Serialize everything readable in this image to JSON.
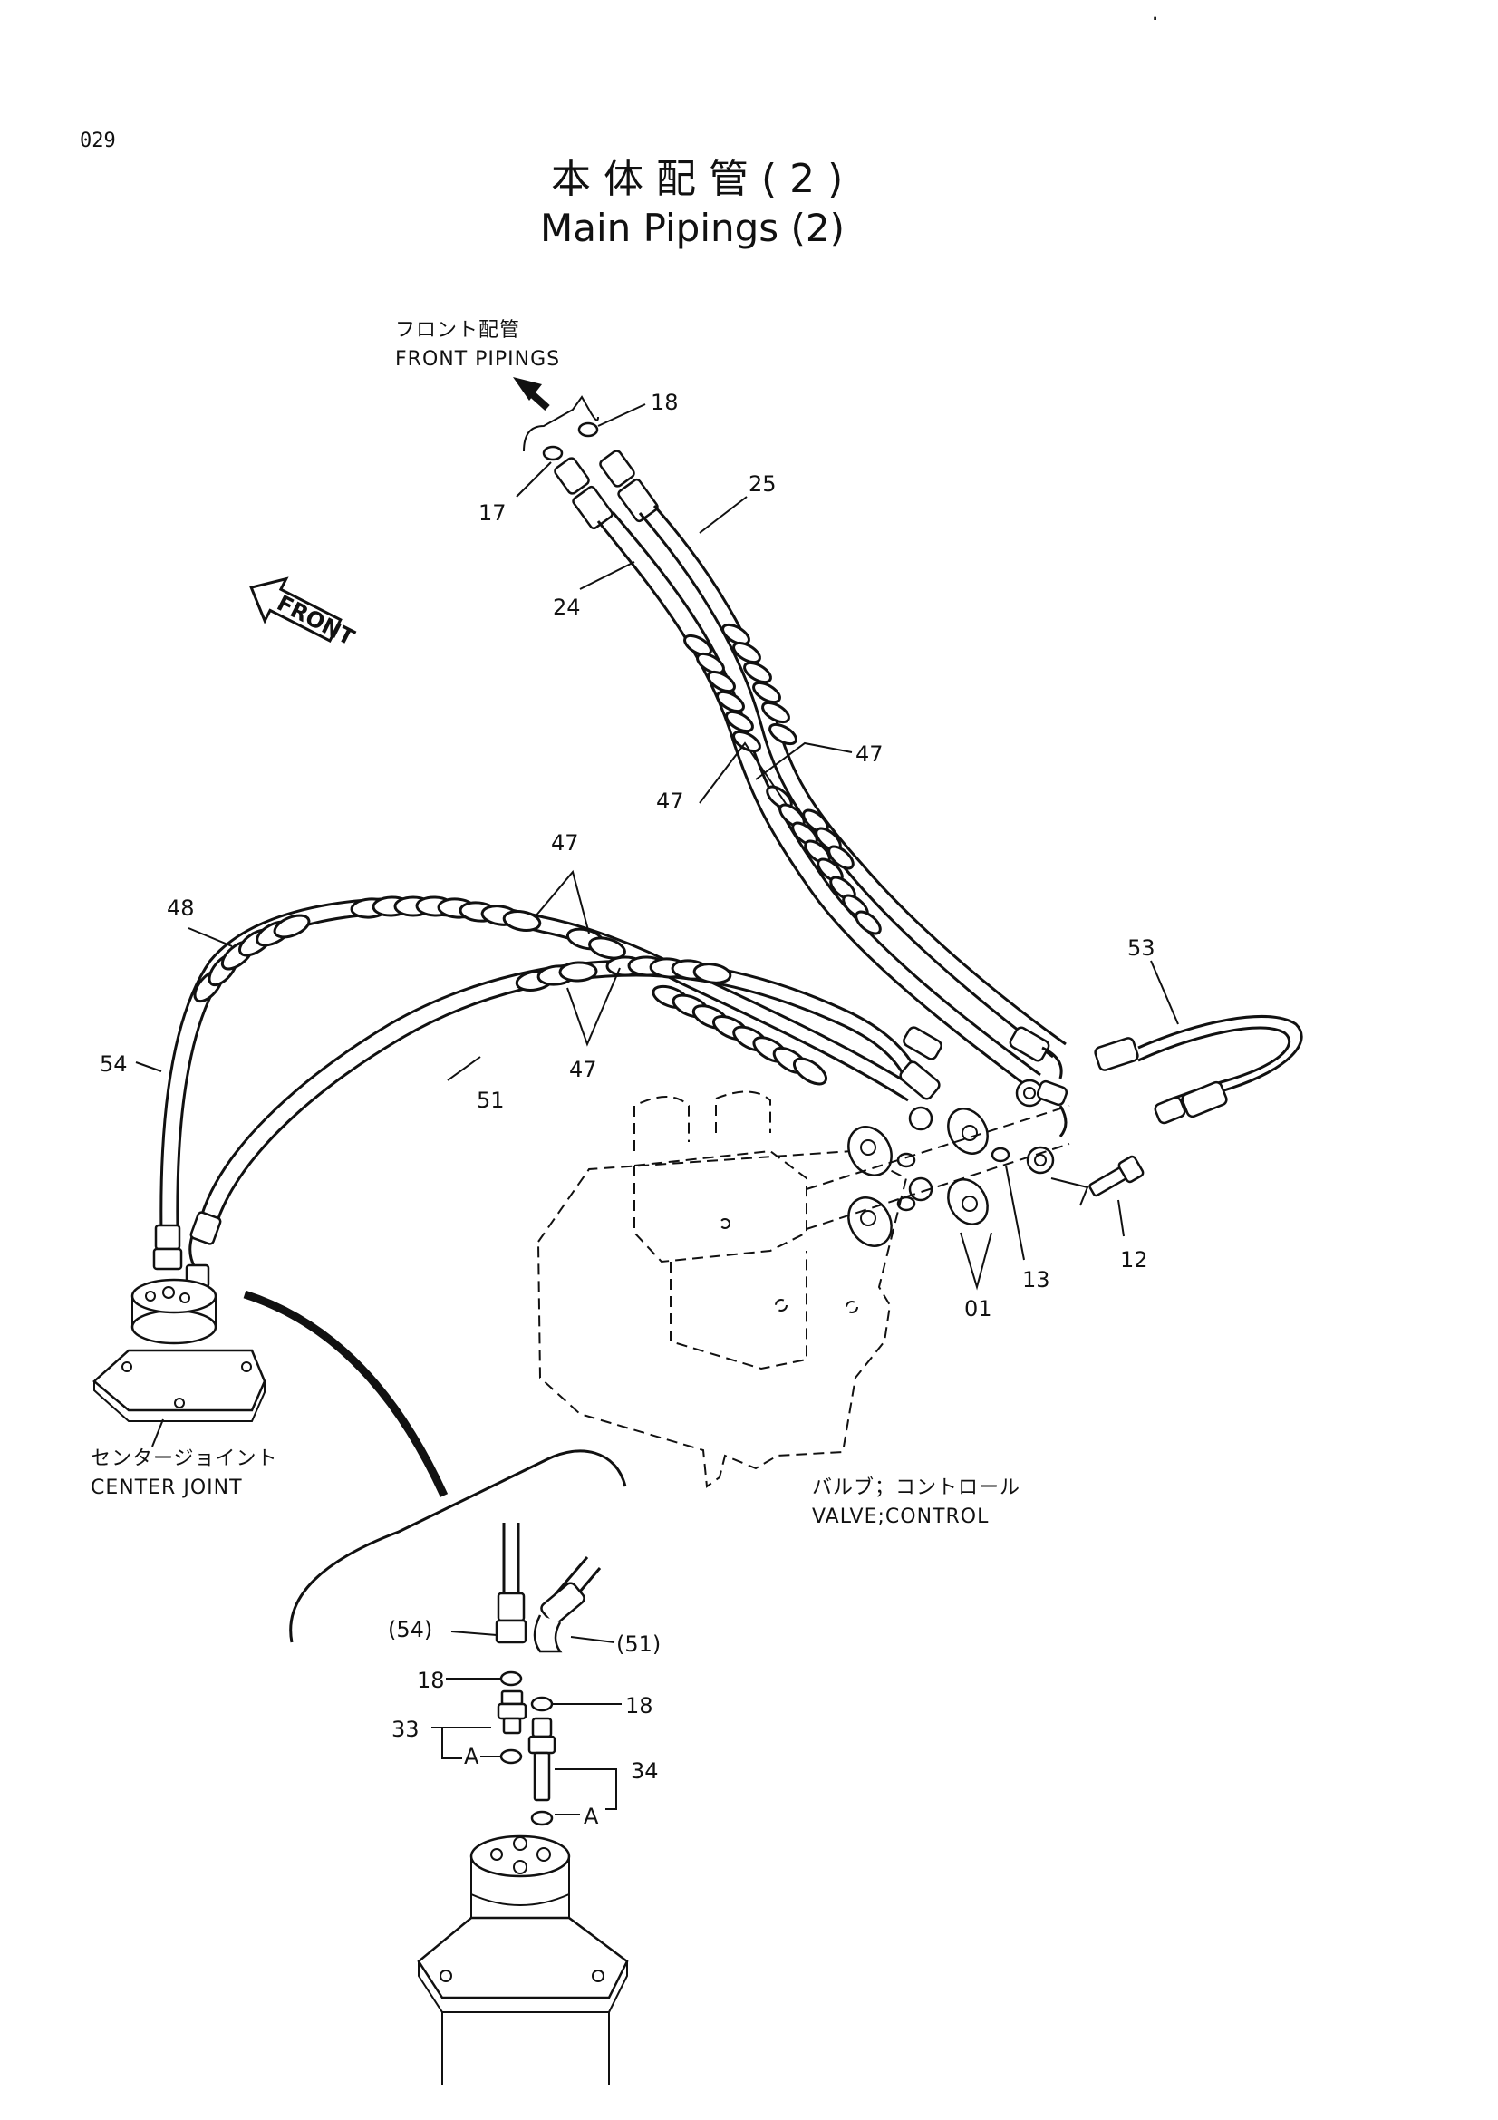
{
  "page_number": "029",
  "title_jp": "本体配管(2)",
  "title_en": "Main Pipings (2)",
  "front_arrow_label": "FRONT",
  "front_pipings": {
    "jp": "フロント配管",
    "en": "FRONT PIPINGS"
  },
  "center_joint": {
    "jp": "センタージョイント",
    "en": "CENTER JOINT"
  },
  "control_valve": {
    "jp": "バルブ；コントロール",
    "en": "VALVE;CONTROL"
  },
  "callouts": {
    "c18_top": "18",
    "c17": "17",
    "c25": "25",
    "c24": "24",
    "c47_upper_right": "47",
    "c47_upper_left": "47",
    "c47_mid_top": "47",
    "c48": "48",
    "c54": "54",
    "c51": "51",
    "c47_mid_bottom": "47",
    "c53": "53",
    "c12": "12",
    "c13": "13",
    "c01": "01"
  },
  "detail_callouts": {
    "c54_paren": "(54)",
    "c51_paren": "(51)",
    "c18_left": "18",
    "c18_right": "18",
    "c33": "33",
    "cA_left": "A",
    "c34": "34",
    "cA_right": "A"
  }
}
